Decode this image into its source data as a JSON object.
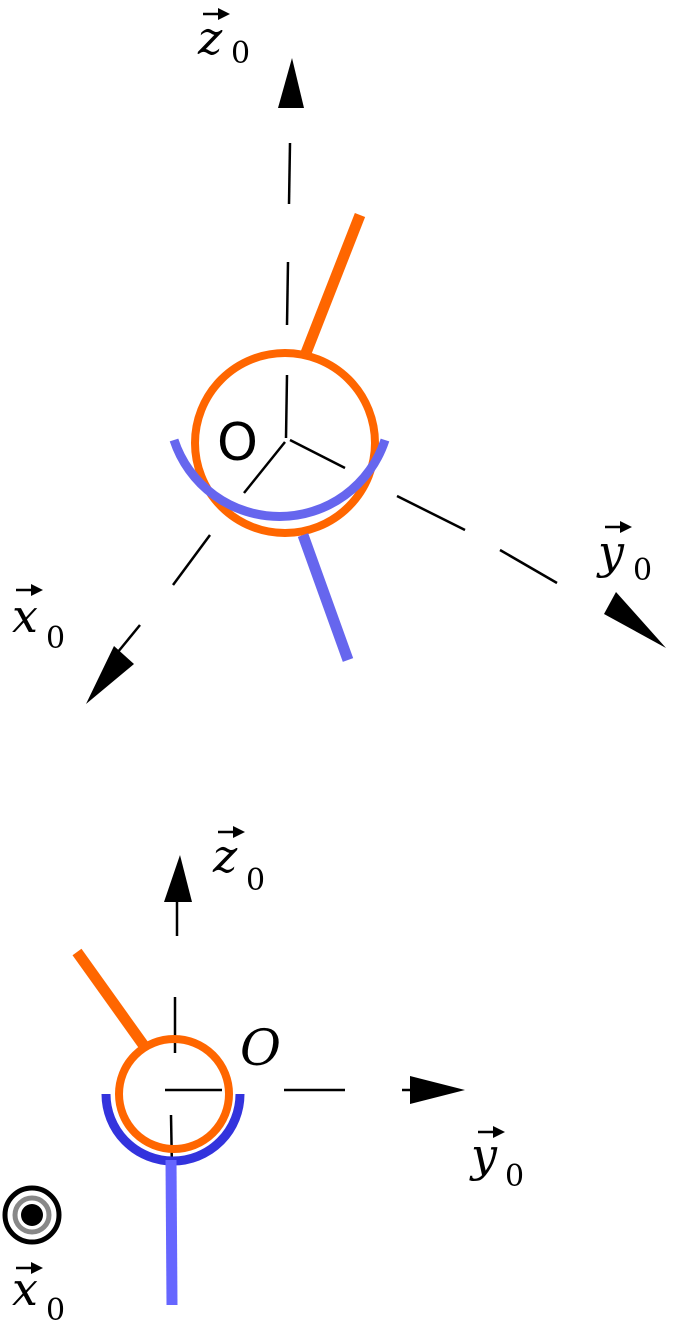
{
  "colors": {
    "orange": "#FF6600",
    "blue_top": "#6666EE",
    "blue_bottom": "#3333DD",
    "blue_link_bottom": "#6666FF",
    "black": "#000000",
    "gray": "#888888"
  },
  "top_view": {
    "origin_label": "O",
    "axis_z": {
      "letter": "z",
      "subscript": "0"
    },
    "axis_y": {
      "letter": "y",
      "subscript": "0"
    },
    "axis_x": {
      "letter": "x",
      "subscript": "0"
    }
  },
  "side_view": {
    "origin_label": "O",
    "axis_z": {
      "letter": "z",
      "subscript": "0"
    },
    "axis_y": {
      "letter": "y",
      "subscript": "0"
    },
    "axis_x": {
      "letter": "x",
      "subscript": "0"
    },
    "x_axis_symbol": "out-of-page-dot-icon"
  }
}
